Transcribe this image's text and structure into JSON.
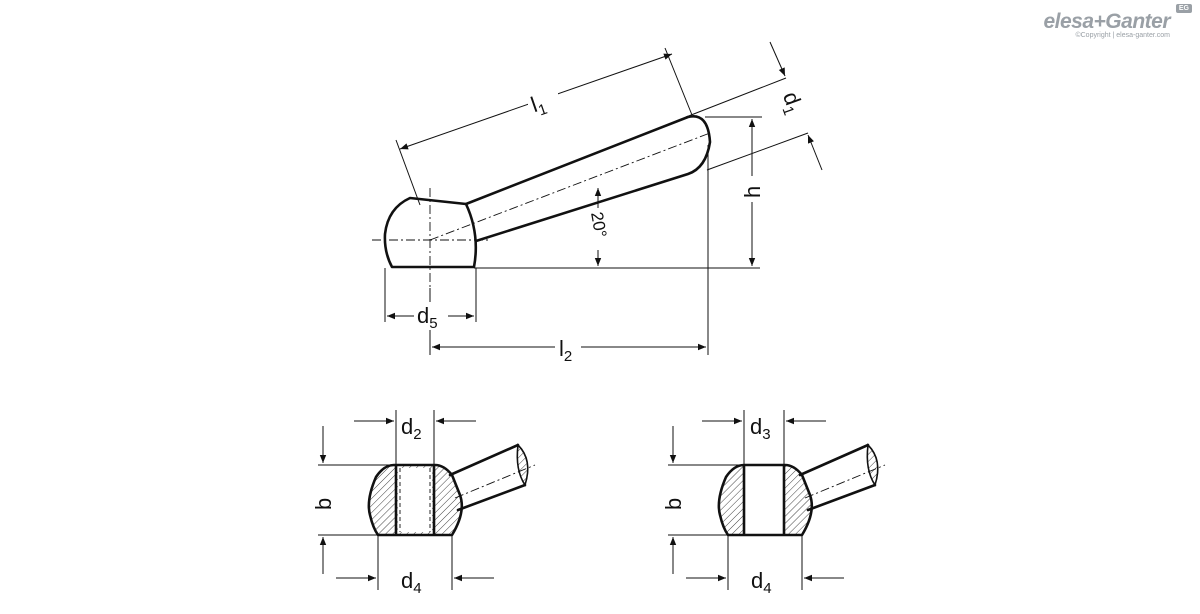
{
  "brand": {
    "name": "elesa+Ganter",
    "copyright": "©Copyright | elesa-ganter.com",
    "badge": "EG"
  },
  "labels": {
    "l1": {
      "main": "l",
      "sub": "1"
    },
    "l2": {
      "main": "l",
      "sub": "2"
    },
    "d1": {
      "main": "d",
      "sub": "1"
    },
    "d2": {
      "main": "d",
      "sub": "2"
    },
    "d3": {
      "main": "d",
      "sub": "3"
    },
    "d4_left": {
      "main": "d",
      "sub": "4"
    },
    "d4_right": {
      "main": "d",
      "sub": "4"
    },
    "d5": {
      "main": "d",
      "sub": "5"
    },
    "h": "h",
    "b_left": "b",
    "b_right": "b",
    "angle": "20°"
  }
}
